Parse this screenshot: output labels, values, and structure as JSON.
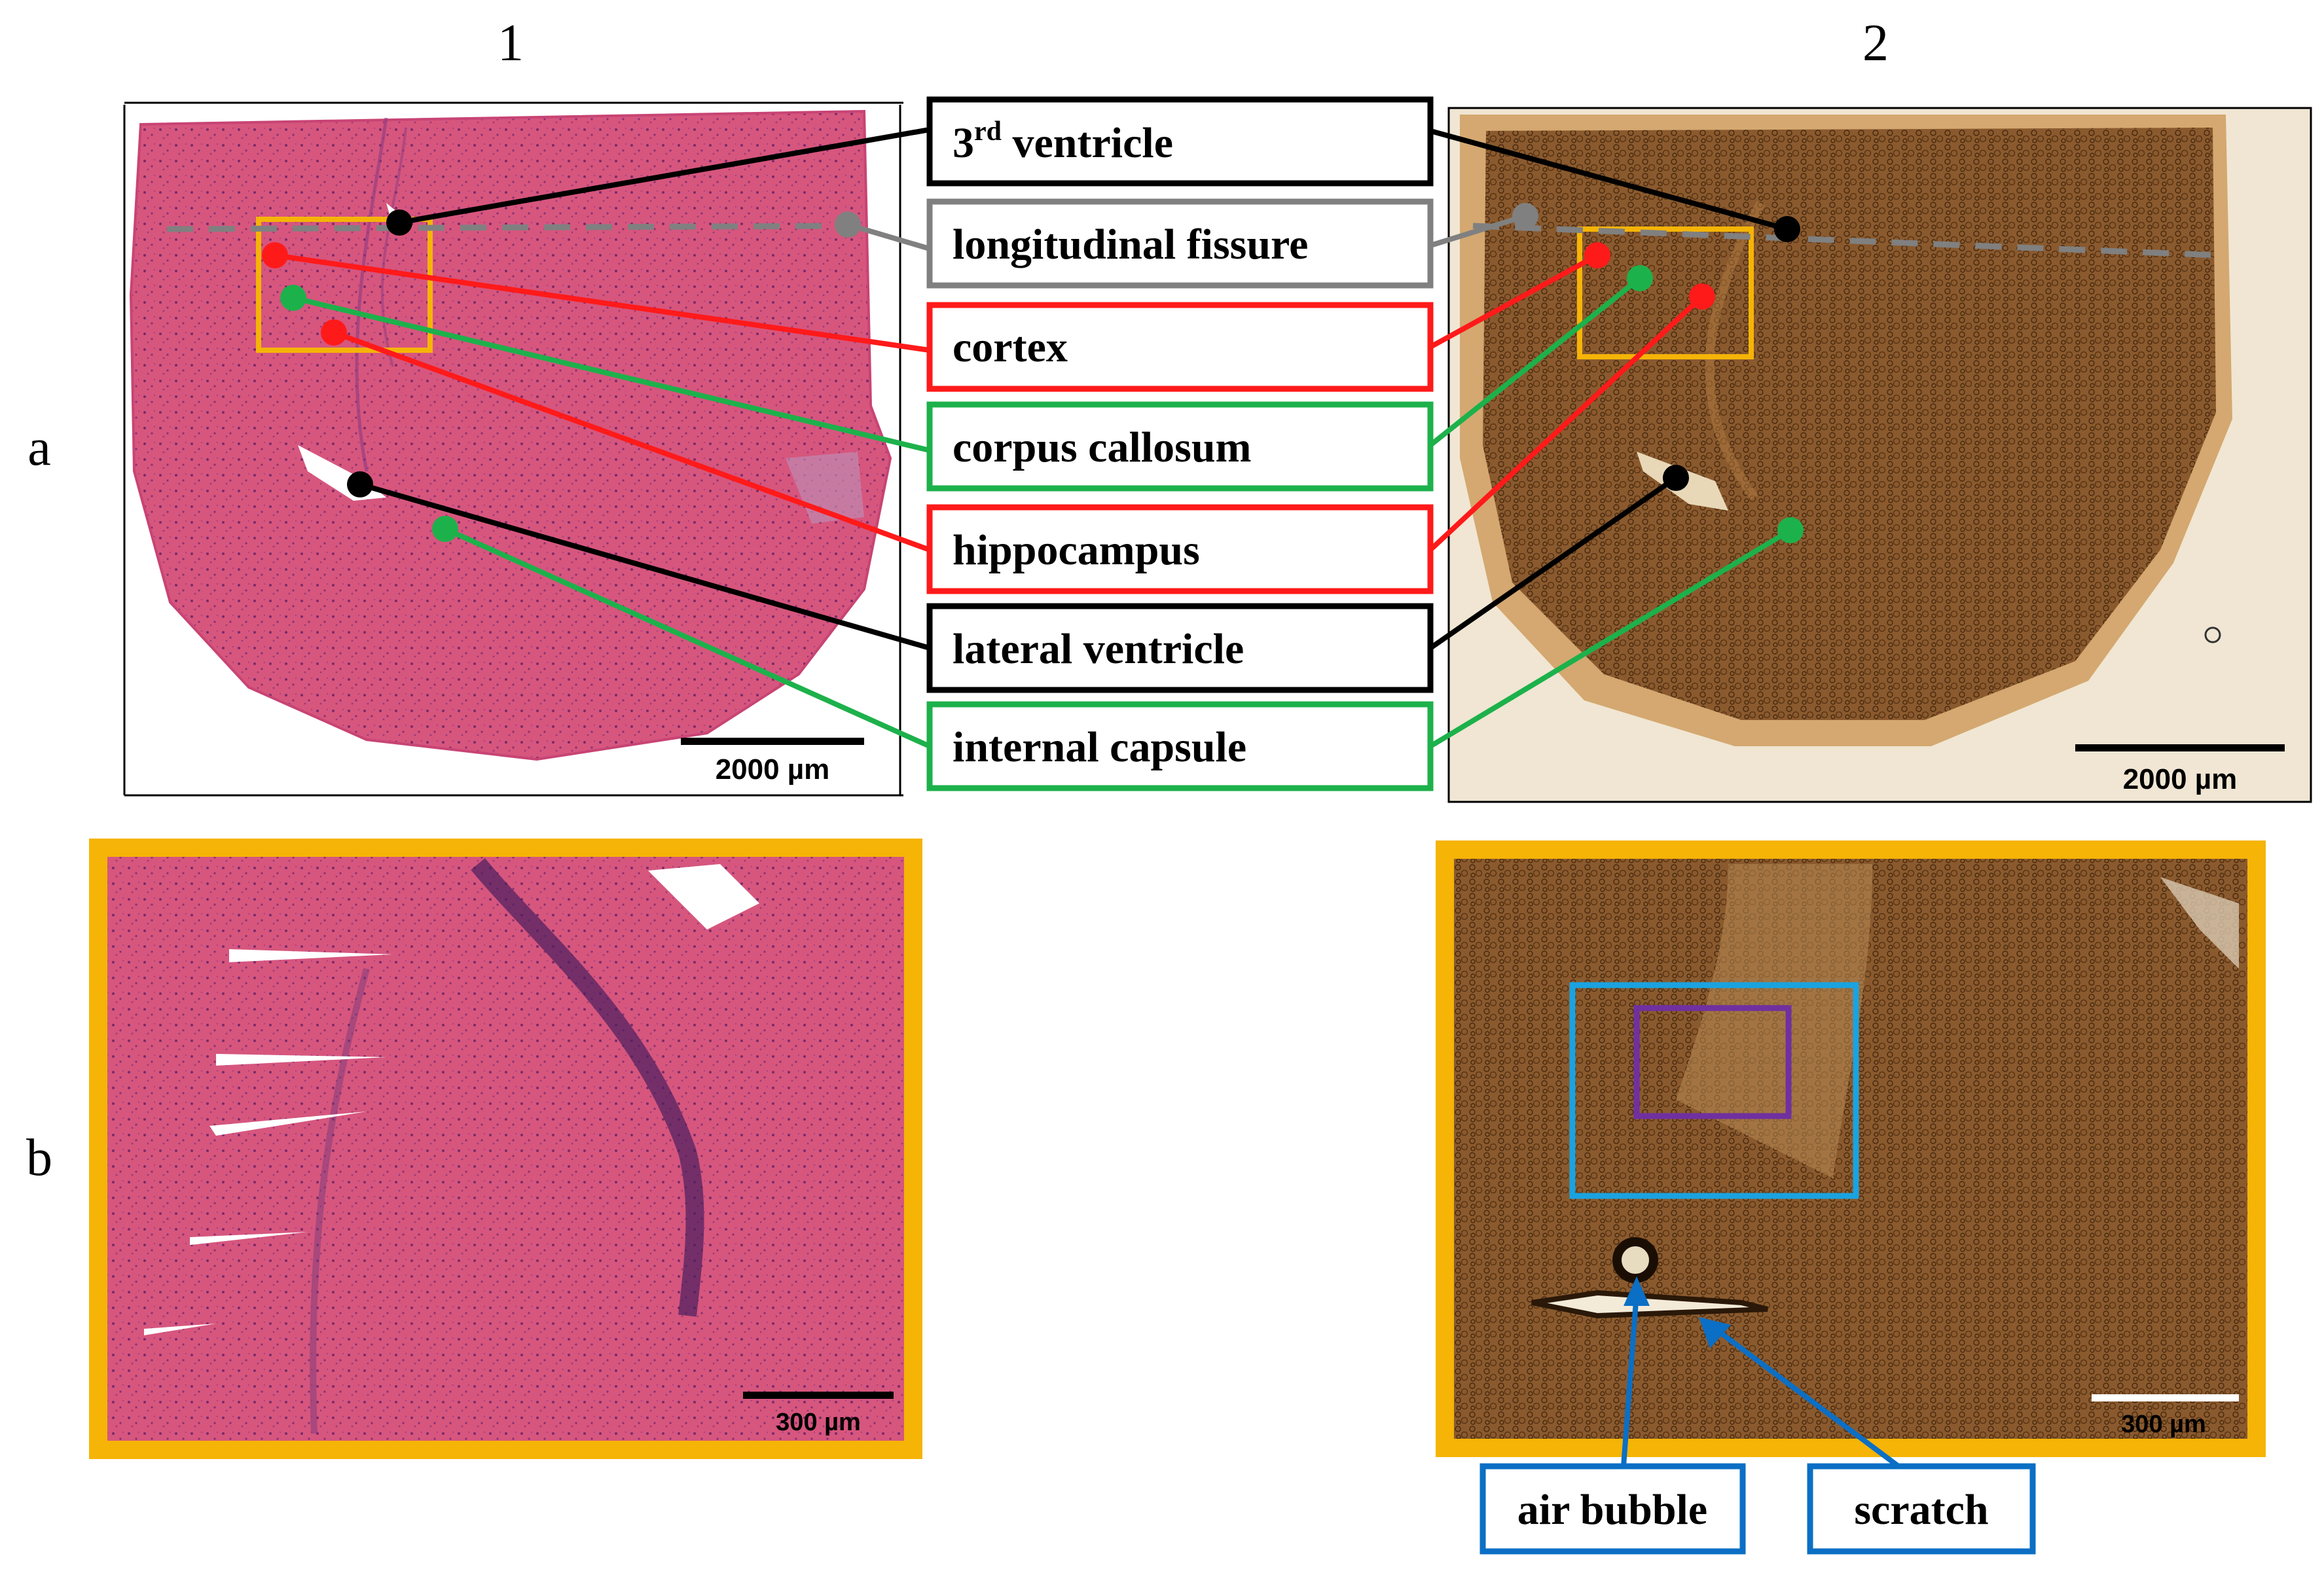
{
  "figure": {
    "column_headers": [
      "1",
      "2"
    ],
    "row_labels": [
      "a",
      "b"
    ],
    "colors": {
      "black": "#000000",
      "gray": "#808080",
      "red": "#ff1a1a",
      "green": "#1db14b",
      "orange": "#f5b406",
      "blue": "#0b6fc5",
      "cyan": "#1aa3e0",
      "purple": "#7030a0",
      "he_pink": "#d9527c",
      "silver_brown": "#8a5a2a"
    }
  },
  "labels": {
    "third_ventricle_base": "3",
    "third_ventricle_sup": "rd",
    "third_ventricle_rest": " ventricle",
    "longitudinal_fissure": "longitudinal fissure",
    "cortex": "cortex",
    "corpus_callosum": "corpus callosum",
    "hippocampus": "hippocampus",
    "lateral_ventricle": "lateral ventricle",
    "internal_capsule": "internal capsule"
  },
  "scale_bars": {
    "a1": "2000 µm",
    "a2": "2000 µm",
    "b1": "300 µm",
    "b2": "300 µm"
  },
  "artifacts": {
    "air_bubble": "air bubble",
    "scratch": "scratch"
  }
}
